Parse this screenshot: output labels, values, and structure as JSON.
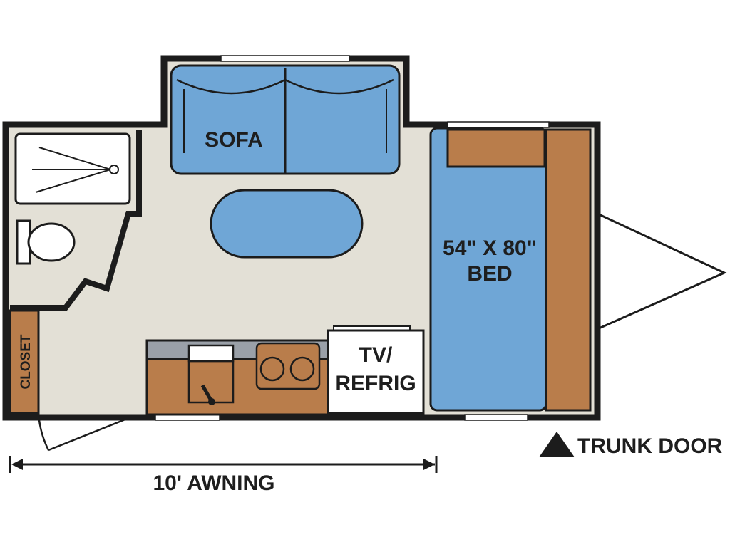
{
  "labels": {
    "sofa": "SOFA",
    "bed_size": "54\" X 80\"",
    "bed": "BED",
    "closet": "CLOSET",
    "tv": "TV/",
    "refrig": "REFRIG",
    "awning": "10' AWNING",
    "trunk_door": "TRUNK DOOR"
  },
  "colors": {
    "wall": "#1c1c1c",
    "floor": "#e3e0d6",
    "upholstery_blue": "#6fa6d6",
    "wood": "#b97d4b",
    "counter": "#9aa0a8",
    "white": "#ffffff"
  },
  "icons": [
    "shower-icon",
    "toilet-icon",
    "sink-icon",
    "stove-icon",
    "door-swing-icon",
    "triangle-marker-icon",
    "hitch-icon",
    "arrow-icon"
  ]
}
